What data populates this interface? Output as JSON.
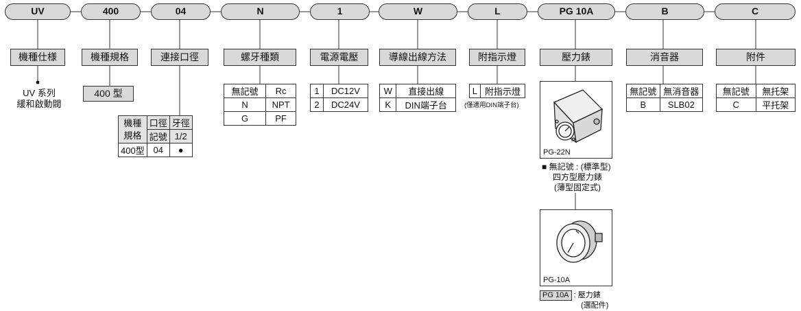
{
  "codes": [
    {
      "code": "UV",
      "category": "機種仕様"
    },
    {
      "code": "400",
      "category": "機種規格"
    },
    {
      "code": "04",
      "category": "連接口徑"
    },
    {
      "code": "N",
      "category": "螺牙種類"
    },
    {
      "code": "1",
      "category": "電源電壓"
    },
    {
      "code": "W",
      "category": "導線出線方法"
    },
    {
      "code": "L",
      "category": "附指示燈"
    },
    {
      "code": "PG 10A",
      "category": "壓力錶"
    },
    {
      "code": "B",
      "category": "消音器"
    },
    {
      "code": "C",
      "category": "附件"
    }
  ],
  "spec_note": {
    "line1": "UV 系列",
    "line2": "緩和啟動閥"
  },
  "model_size": "400 型",
  "port_table": {
    "h1": "機種",
    "h1b": "規格",
    "h2": "口徑",
    "h3": "牙徑",
    "h4": "記號",
    "h5": "1/2",
    "row": [
      "400型",
      "04",
      "●"
    ]
  },
  "thread_table": [
    [
      "無記號",
      "Rc"
    ],
    [
      "N",
      "NPT"
    ],
    [
      "G",
      "PF"
    ]
  ],
  "voltage_table": [
    [
      "1",
      "DC12V"
    ],
    [
      "2",
      "DC24V"
    ]
  ],
  "wiring_table": [
    [
      "W",
      "直接出線"
    ],
    [
      "K",
      "DIN端子台"
    ]
  ],
  "indicator": {
    "code": "L",
    "label": "附指示燈",
    "note": "(僅適用DIN端子台)"
  },
  "gauge1": {
    "label": "PG-22N",
    "desc1": "■ 無記號 : (標準型)",
    "desc2": "四方型壓力錶",
    "desc3": "(薄型固定式)"
  },
  "gauge2": {
    "label": "PG-10A",
    "tag": "PG 10A",
    "desc1": ": 壓力錶",
    "desc2": "(選配件)"
  },
  "silencer_table": [
    [
      "無記號",
      "無消音器"
    ],
    [
      "B",
      "SLB02"
    ]
  ],
  "accessory_table": [
    [
      "無記號",
      "無托架"
    ],
    [
      "C",
      "平托架"
    ]
  ],
  "colors": {
    "fill": "#d9d9d9",
    "line": "#333333"
  }
}
